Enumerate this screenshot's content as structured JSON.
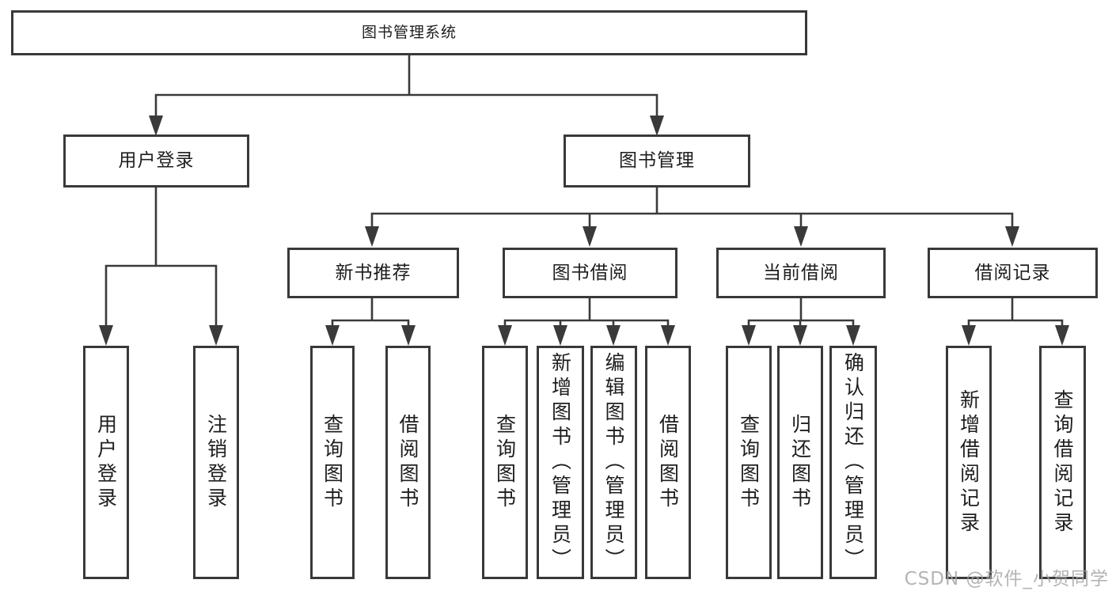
{
  "tree": {
    "root": {
      "label": "图书管理系统",
      "children": [
        {
          "label": "用户登录",
          "children": [
            {
              "label": "用户登录"
            },
            {
              "label": "注销登录"
            }
          ]
        },
        {
          "label": "图书管理",
          "children": [
            {
              "label": "新书推荐",
              "children": [
                {
                  "label": "查询图书"
                },
                {
                  "label": "借阅图书"
                }
              ]
            },
            {
              "label": "图书借阅",
              "children": [
                {
                  "label": "查询图书"
                },
                {
                  "label": "新增图书（管理员）"
                },
                {
                  "label": "编辑图书（管理员）"
                },
                {
                  "label": "借阅图书"
                }
              ]
            },
            {
              "label": "当前借阅",
              "children": [
                {
                  "label": "查询图书"
                },
                {
                  "label": "归还图书"
                },
                {
                  "label": "确认归还（管理员）"
                }
              ]
            },
            {
              "label": "借阅记录",
              "children": [
                {
                  "label": "新增借阅记录"
                },
                {
                  "label": "查询借阅记录"
                }
              ]
            }
          ]
        }
      ]
    }
  },
  "watermark": {
    "text": "CSDN @软件_小贺同学"
  },
  "colors": {
    "line": "#3a3a3a",
    "box_border": "#393939",
    "box_background": "#ffffff",
    "text": "#1e1e1e",
    "watermark_text": "#a3a3a3"
  }
}
